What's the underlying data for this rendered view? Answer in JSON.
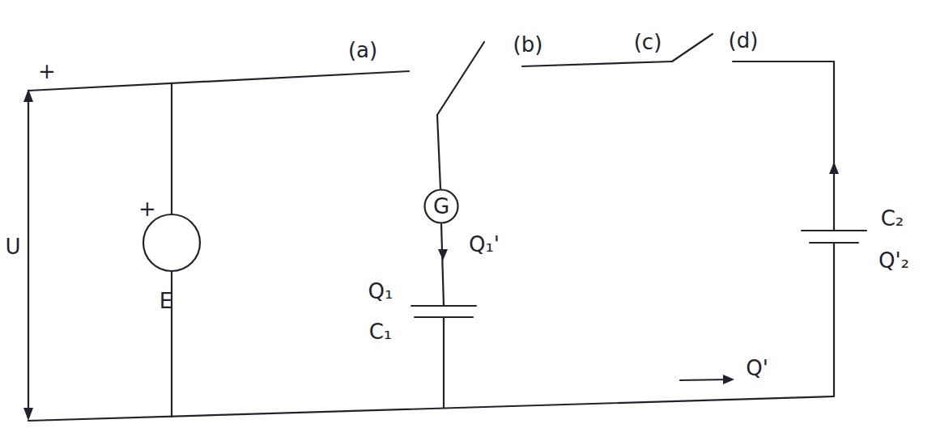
{
  "diagram": {
    "nodes": [
      {
        "text": [
          "G"
        ]
      }
    ],
    "labels": [
      "U",
      "+",
      "+",
      "E",
      "(a)",
      "(b)",
      "(c)",
      "(d)",
      "Q₁'",
      "Q₁",
      "C₁",
      "C₂",
      "Q'₂",
      "Q'"
    ]
  }
}
